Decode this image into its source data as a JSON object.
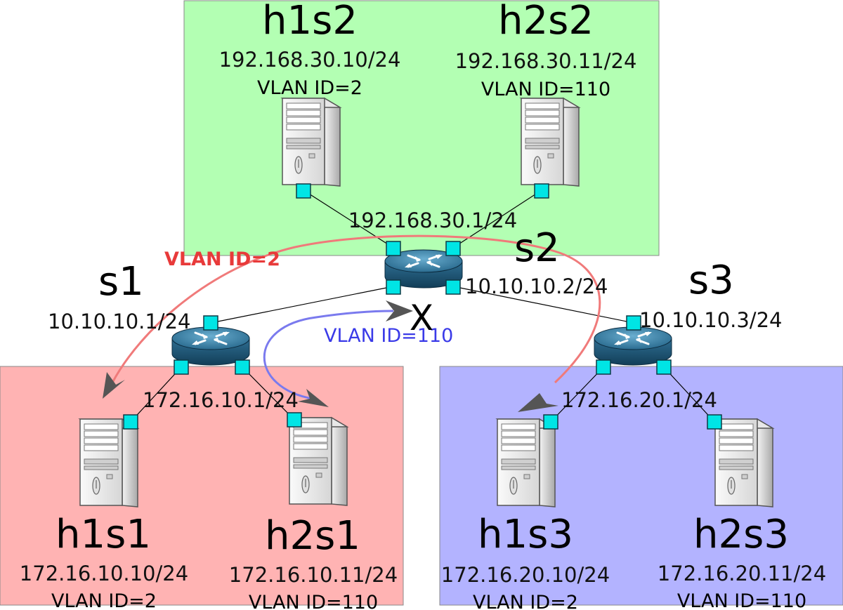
{
  "switches": {
    "s1": {
      "name": "s1",
      "uplink_ip": "10.10.10.1/24",
      "lan_ip": "172.16.10.1/24"
    },
    "s2": {
      "name": "s2",
      "uplink_ip": "10.10.10.2/24",
      "lan_ip": "192.168.30.1/24"
    },
    "s3": {
      "name": "s3",
      "uplink_ip": "10.10.10.3/24",
      "lan_ip": "172.16.20.1/24"
    }
  },
  "hosts": {
    "h1s1": {
      "name": "h1s1",
      "ip": "172.16.10.10/24",
      "vlan": "VLAN ID=2"
    },
    "h2s1": {
      "name": "h2s1",
      "ip": "172.16.10.11/24",
      "vlan": "VLAN ID=110"
    },
    "h1s2": {
      "name": "h1s2",
      "ip": "192.168.30.10/24",
      "vlan": "VLAN ID=2"
    },
    "h2s2": {
      "name": "h2s2",
      "ip": "192.168.30.11/24",
      "vlan": "VLAN ID=110"
    },
    "h1s3": {
      "name": "h1s3",
      "ip": "172.16.20.10/24",
      "vlan": "VLAN ID=2"
    },
    "h2s3": {
      "name": "h2s3",
      "ip": "172.16.20.11/24",
      "vlan": "VLAN ID=110"
    }
  },
  "flows": {
    "vlan2": {
      "label": "VLAN ID=2",
      "color": "#e83a3a"
    },
    "vlan110": {
      "label": "VLAN ID=110",
      "color": "#3a3ae8"
    },
    "blocked_mark": "X"
  },
  "colors": {
    "zone_s2": "#b3ffb3",
    "zone_s1": "#ffb3b3",
    "zone_s3": "#b3b3ff",
    "vlan2_arrow": "#f07a7a",
    "vlan110_arrow": "#7a7aee"
  }
}
